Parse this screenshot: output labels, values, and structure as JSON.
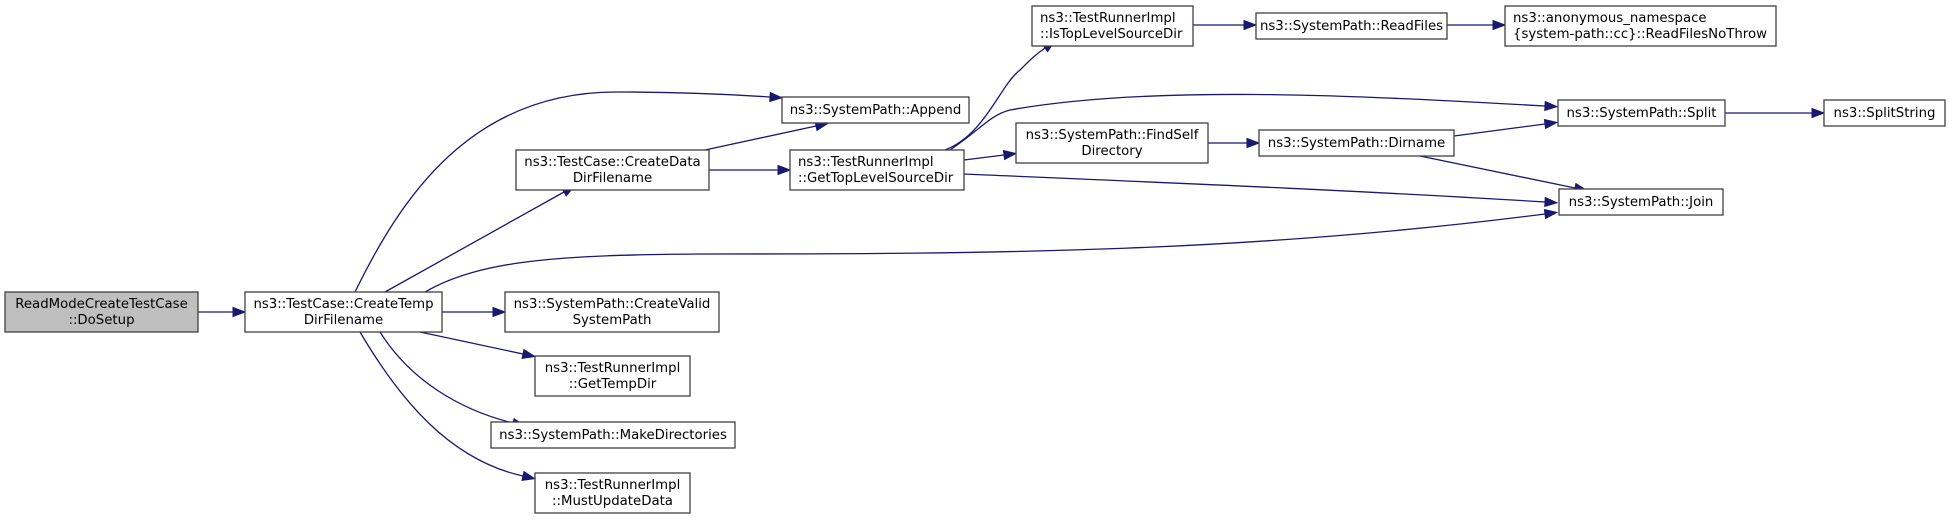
{
  "diagram": {
    "type": "call-graph",
    "colors": {
      "edge": "#191970",
      "node_border": "#404040",
      "root_fill": "#bfbfbf",
      "node_fill": "#ffffff"
    },
    "nodes": [
      {
        "id": "dosetup",
        "lines": [
          "ReadModeCreateTestCase",
          "::DoSetup"
        ],
        "root": true
      },
      {
        "id": "createtemp",
        "lines": [
          "ns3::TestCase::CreateTemp",
          "DirFilename"
        ]
      },
      {
        "id": "createdata",
        "lines": [
          "ns3::TestCase::CreateData",
          "DirFilename"
        ]
      },
      {
        "id": "append",
        "lines": [
          "ns3::SystemPath::Append"
        ]
      },
      {
        "id": "gettoplevel",
        "lines": [
          "ns3::TestRunnerImpl",
          "::GetTopLevelSourceDir"
        ]
      },
      {
        "id": "istoplevel",
        "lines": [
          "ns3::TestRunnerImpl",
          "::IsTopLevelSourceDir"
        ]
      },
      {
        "id": "readfiles",
        "lines": [
          "ns3::SystemPath::ReadFiles"
        ]
      },
      {
        "id": "readfilesnothrow",
        "lines": [
          "ns3::anonymous_namespace",
          "{system-path::cc}::ReadFilesNoThrow"
        ]
      },
      {
        "id": "findself",
        "lines": [
          "ns3::SystemPath::FindSelf",
          "Directory"
        ]
      },
      {
        "id": "dirname",
        "lines": [
          "ns3::SystemPath::Dirname"
        ]
      },
      {
        "id": "split",
        "lines": [
          "ns3::SystemPath::Split"
        ]
      },
      {
        "id": "splitstring",
        "lines": [
          "ns3::SplitString"
        ]
      },
      {
        "id": "join",
        "lines": [
          "ns3::SystemPath::Join"
        ]
      },
      {
        "id": "createvalid",
        "lines": [
          "ns3::SystemPath::CreateValid",
          "SystemPath"
        ]
      },
      {
        "id": "gettempdir",
        "lines": [
          "ns3::TestRunnerImpl",
          "::GetTempDir"
        ]
      },
      {
        "id": "makedirs",
        "lines": [
          "ns3::SystemPath::MakeDirectories"
        ]
      },
      {
        "id": "mustupdate",
        "lines": [
          "ns3::TestRunnerImpl",
          "::MustUpdateData"
        ]
      }
    ],
    "edges": [
      {
        "from": "dosetup",
        "to": "createtemp"
      },
      {
        "from": "createtemp",
        "to": "append"
      },
      {
        "from": "createtemp",
        "to": "createdata"
      },
      {
        "from": "createtemp",
        "to": "join"
      },
      {
        "from": "createtemp",
        "to": "createvalid"
      },
      {
        "from": "createtemp",
        "to": "gettempdir"
      },
      {
        "from": "createtemp",
        "to": "makedirs"
      },
      {
        "from": "createtemp",
        "to": "mustupdate"
      },
      {
        "from": "createdata",
        "to": "append"
      },
      {
        "from": "createdata",
        "to": "gettoplevel"
      },
      {
        "from": "gettoplevel",
        "to": "istoplevel"
      },
      {
        "from": "gettoplevel",
        "to": "split"
      },
      {
        "from": "gettoplevel",
        "to": "findself"
      },
      {
        "from": "gettoplevel",
        "to": "join"
      },
      {
        "from": "istoplevel",
        "to": "readfiles"
      },
      {
        "from": "readfiles",
        "to": "readfilesnothrow"
      },
      {
        "from": "findself",
        "to": "dirname"
      },
      {
        "from": "dirname",
        "to": "split"
      },
      {
        "from": "dirname",
        "to": "join"
      },
      {
        "from": "split",
        "to": "splitstring"
      }
    ]
  }
}
